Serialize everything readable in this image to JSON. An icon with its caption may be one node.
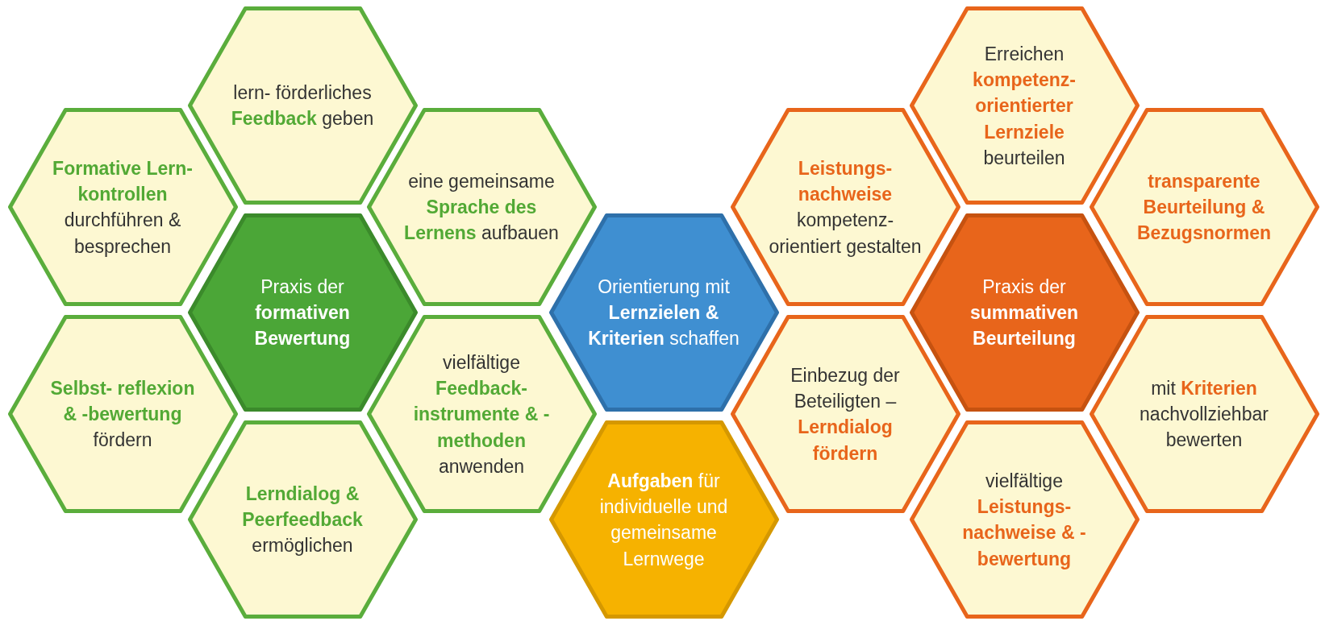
{
  "diagram": {
    "nodes": [
      {
        "text": [
          "lern- förderliches **Feedback** geben"
        ]
      },
      {
        "text": [
          "Erreichen **kompetenz- orientierter Lernziele** beurteilen"
        ]
      },
      {
        "text": [
          "**Formative Lern- kontrollen** durchführen & besprechen"
        ]
      },
      {
        "text": [
          "eine gemeinsame **Sprache des Lernens** aufbauen"
        ]
      },
      {
        "text": [
          "**Leistungs- nachweise** kompetenz- orientiert gestalten"
        ]
      },
      {
        "text": [
          "**transparente Beurteilung & Bezugsnormen**"
        ]
      },
      {
        "text": [
          "Praxis der **formativen Bewertung**"
        ]
      },
      {
        "text": [
          "Orientierung mit **Lernzielen & Kriterien** schaffen"
        ]
      },
      {
        "text": [
          "Praxis der **summativen Beurteilung**"
        ]
      },
      {
        "text": [
          "**Selbst- reflexion & -bewertung** fördern"
        ]
      },
      {
        "text": [
          "vielfältige **Feedback- instrumente & -methoden** anwenden"
        ]
      },
      {
        "text": [
          "Einbezug der Beteiligten – **Lerndialog fördern**"
        ]
      },
      {
        "text": [
          "mit **Kriterien** nachvollziehbar bewerten"
        ]
      },
      {
        "text": [
          "**Lerndialog & Peerfeedback** ermöglichen"
        ]
      },
      {
        "text": [
          "**Aufgaben** für individuelle und gemeinsame Lernwege"
        ]
      },
      {
        "text": [
          "vielfältige **Leistungs- nachweise & -bewertung**"
        ]
      }
    ],
    "edges": []
  }
}
